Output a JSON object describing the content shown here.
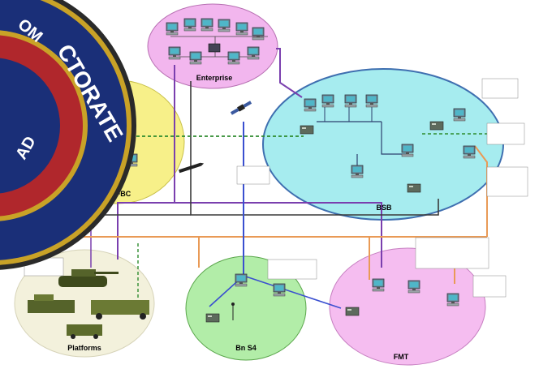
{
  "seal": {
    "text": "DIRECTORATE",
    "visible_fragments": [
      "CTORATE",
      "OM",
      "AD"
    ],
    "colors": {
      "outer_ring": "#1a2f78",
      "gold": "#c9a227",
      "red": "#b0272c"
    }
  },
  "clusters": [
    {
      "id": "enterprise",
      "label": "Enterprise",
      "color": "#f2b6ee"
    },
    {
      "id": "fbc",
      "label": "FBC",
      "color": "#f7f089"
    },
    {
      "id": "bsb",
      "label": "BSB",
      "color": "#a6ecef"
    },
    {
      "id": "platforms",
      "label": "Platforms",
      "color": "#f3f1dc"
    },
    {
      "id": "bn-s4",
      "label": "Bn S4",
      "color": "#b2eda8"
    },
    {
      "id": "fmt",
      "label": "FMT",
      "color": "#f5bdf0"
    }
  ],
  "colors": {
    "link_purple": "#7a3fae",
    "link_green": "#2e8b2e",
    "link_orange": "#e99a56",
    "link_blue": "#3a4fd0",
    "link_dark": "#3a3a3a"
  },
  "icons": [
    "computer-icon",
    "laptop-icon",
    "router-icon",
    "satellite-icon",
    "tank-icon",
    "truck-icon",
    "radio-icon",
    "missile-icon"
  ]
}
